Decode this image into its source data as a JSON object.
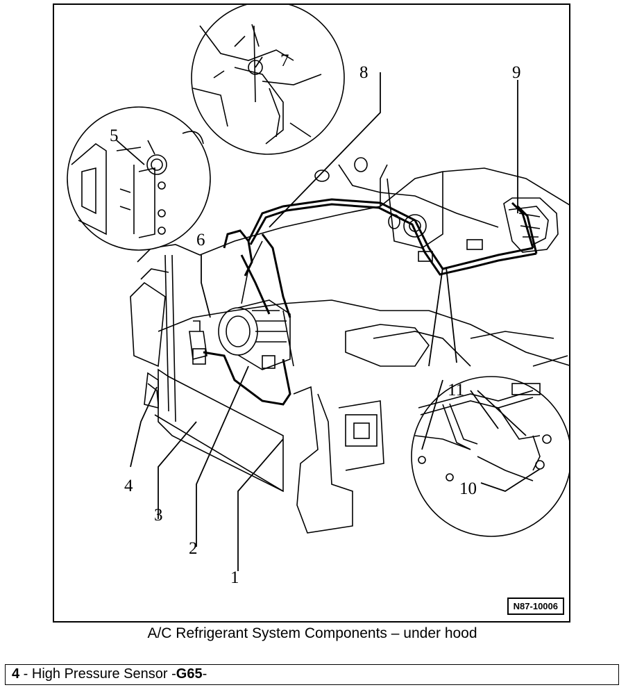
{
  "figure": {
    "callouts": [
      "1",
      "2",
      "3",
      "4",
      "5",
      "6",
      "7",
      "8",
      "9",
      "10",
      "11"
    ],
    "reference_code": "N87-10006",
    "caption": "A/C Refrigerant System Components – under hood"
  },
  "legend": {
    "number": "4",
    "separator": " - High Pressure Sensor -",
    "code": "G65",
    "trailing": "-"
  },
  "colors": {
    "line": "#000000",
    "background": "#ffffff"
  }
}
